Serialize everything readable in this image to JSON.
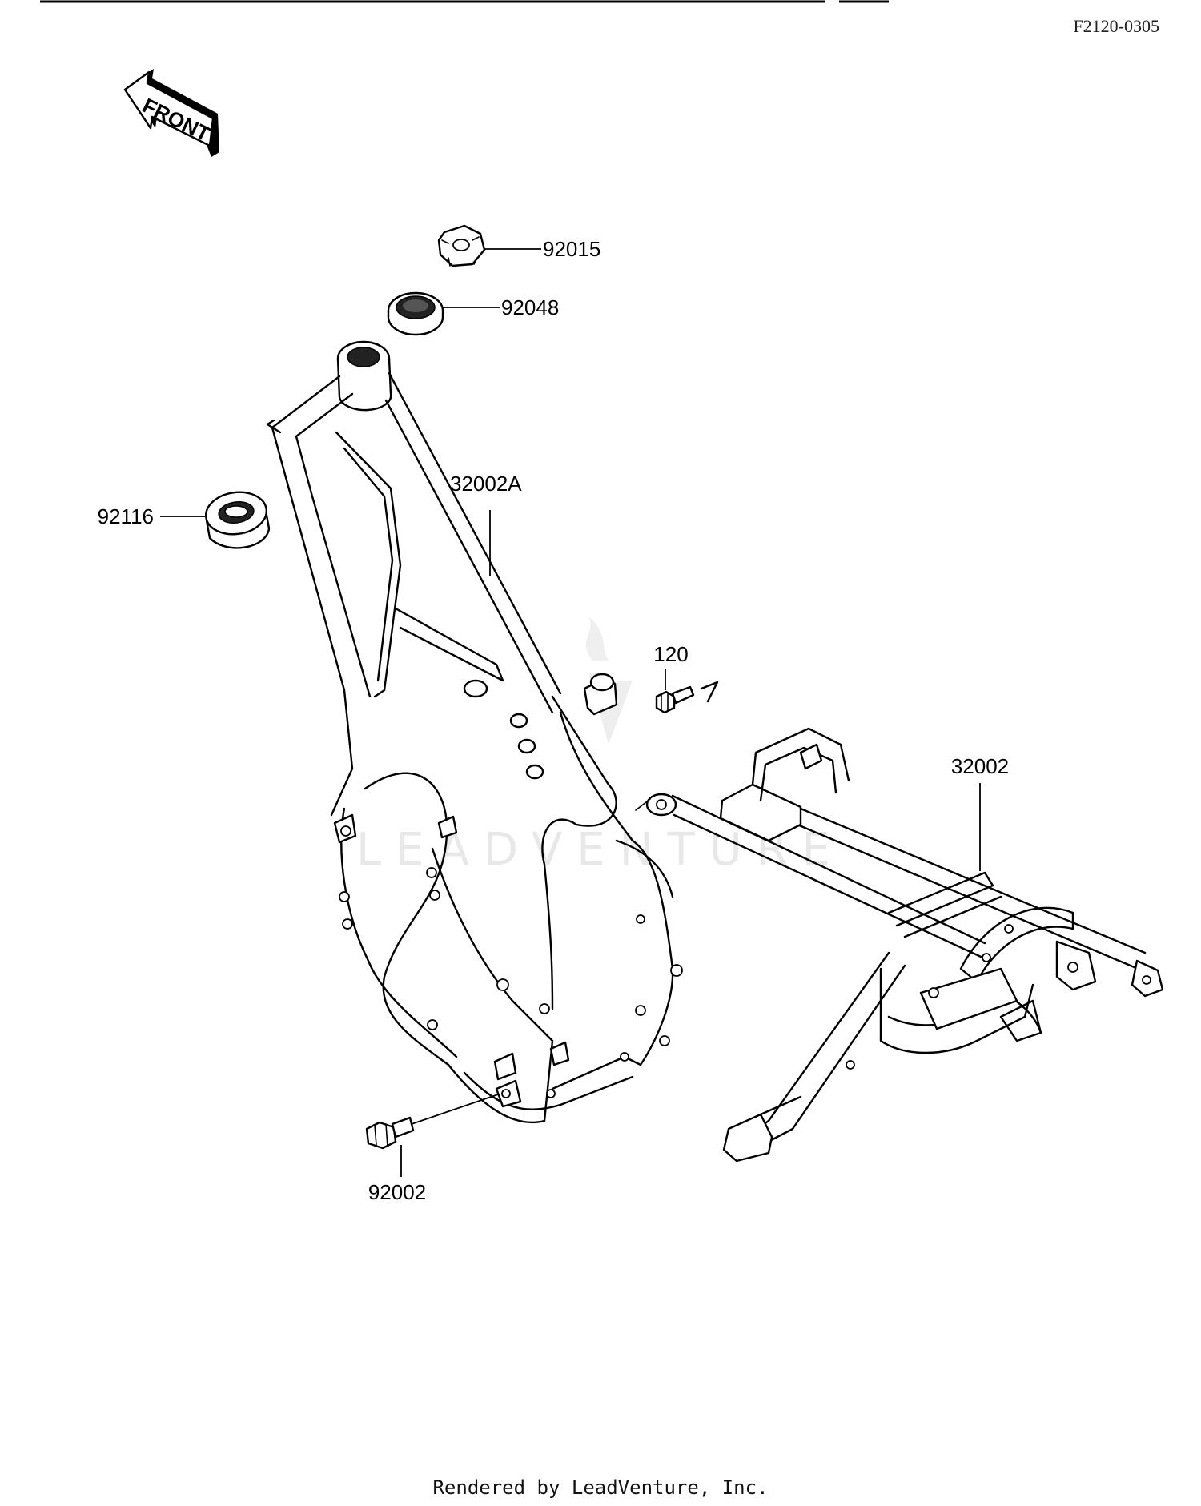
{
  "diagram": {
    "reference_code": "F2120-0305",
    "front_arrow_label": "FRONT",
    "watermark": "LEADVENTURE",
    "footer": "Rendered by LeadVenture, Inc.",
    "callouts": {
      "p92015": "92015",
      "p92048": "92048",
      "p92116": "92116",
      "p32002A": "32002A",
      "p120": "120",
      "p32002": "32002",
      "p92002": "92002"
    }
  }
}
